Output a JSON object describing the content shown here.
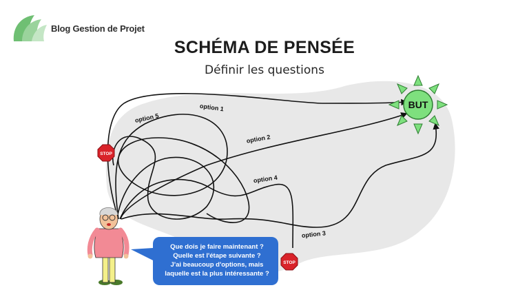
{
  "brand": {
    "name": "Blog Gestion de Projet",
    "logo_icon": "leaf-logo-icon",
    "accent": "#6fbf73"
  },
  "header": {
    "title": "SCHÉMA DE PENSÉE",
    "subtitle": "Définir les questions"
  },
  "diagram": {
    "goal_label": "BUT",
    "stop_label": "STOP",
    "options": [
      "option 1",
      "option 2",
      "option 3",
      "option 4",
      "option 5"
    ],
    "speech_lines": [
      "Que dois je faire maintenant ?",
      "Quelle est l'étape suivante ?",
      "J'ai beaucoup d'options, mais",
      "laquelle est la plus intéressante ?"
    ],
    "colors": {
      "goal_fill": "#7ee07e",
      "stop_fill": "#d9232a",
      "bubble": "#2f6fd1",
      "cloud": "#e8e8e8"
    }
  }
}
